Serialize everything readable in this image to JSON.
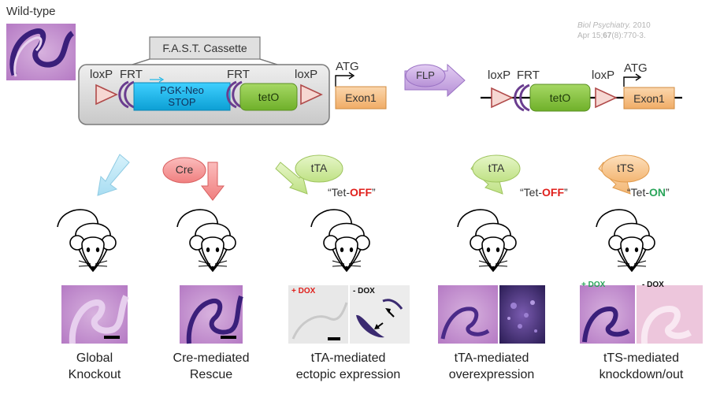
{
  "wildtype_label": "Wild-type",
  "citation": {
    "journal": "Biol Psychiatry.",
    "year": "2010",
    "date": "Apr 15;",
    "volume": "67",
    "issue_pages": "(8):770-3."
  },
  "construct_left": {
    "cassette_title": "F.A.S.T. Cassette",
    "loxp1": "loxP",
    "frt1": "FRT",
    "neo_line1": "PGK-Neo",
    "neo_line2": "STOP",
    "frt2": "FRT",
    "loxp2": "loxP",
    "teto": "tetO",
    "atg": "ATG",
    "exon": "Exon1"
  },
  "flp_label": "FLP",
  "construct_right": {
    "loxp1": "loxP",
    "frt": "FRT",
    "teto": "tetO",
    "loxp2": "loxP",
    "atg": "ATG",
    "exon": "Exon1"
  },
  "drivers": {
    "cre": "Cre",
    "tta1": "tTA",
    "tta1_quote_open": "“Tet-",
    "tta1_state": "OFF",
    "tta1_quote_close": "”",
    "tta2": "tTA",
    "tta2_quote_open": "“Tet-",
    "tta2_state": "OFF",
    "tta2_quote_close": "”",
    "tts": "tTS",
    "tts_quote_open": "“Tet-",
    "tts_state": "ON",
    "tts_quote_close": "”"
  },
  "dox_labels": {
    "plus_dox_1": "+ DOX",
    "minus_dox_1": "- DOX",
    "plus_dox_2": "+ DOX",
    "minus_dox_2": "- DOX"
  },
  "captions": [
    {
      "line1": "Global",
      "line2": "Knockout"
    },
    {
      "line1": "Cre-mediated",
      "line2": "Rescue"
    },
    {
      "line1": "tTA-mediated",
      "line2": "ectopic expression"
    },
    {
      "line1": "tTA-mediated",
      "line2": "overexpression"
    },
    {
      "line1": "tTS-mediated",
      "line2": "knockdown/out"
    }
  ],
  "colors": {
    "neo_cyan": "#1ab7e8",
    "teto_green": "#8cc63f",
    "exon_orange": "#f6c18a",
    "loxp_pink": "#f6d7d2",
    "frt_purple": "#6a3d8f",
    "off_red": "#e0201c",
    "on_green": "#2aa55a",
    "tissue_purple": "#b57ac4"
  }
}
